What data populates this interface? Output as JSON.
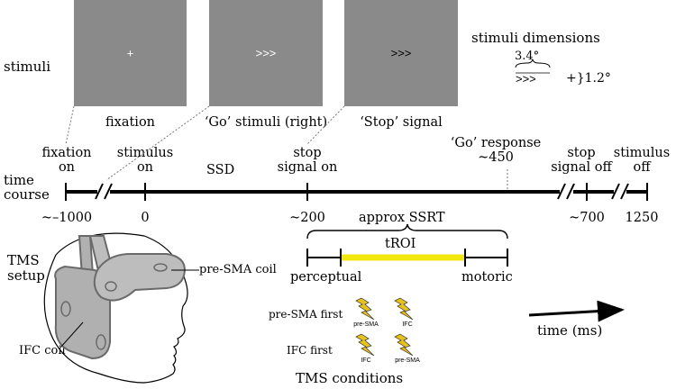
{
  "stimuli_row": {
    "label": "stimuli",
    "panels": [
      {
        "symbol": "+",
        "symbol_color": "#ffffff",
        "caption": "fixation"
      },
      {
        "symbol": ">>>",
        "symbol_color": "#ffffff",
        "caption": "‘Go’ stimuli (right)"
      },
      {
        "symbol": ">>>",
        "symbol_color": "#000000",
        "caption": "‘Stop’ signal"
      }
    ],
    "panel_color": "#8a8a8a"
  },
  "dimensions": {
    "title": "stimuli dimensions",
    "width": "3.4°",
    "arrows": ">>>",
    "height": "+}1.2°"
  },
  "time_course": {
    "axis_label_line1": "time",
    "axis_label_line2": "course",
    "events": {
      "fixation_on": [
        "fixation",
        "on"
      ],
      "stimulus_on": [
        "stimulus",
        "on"
      ],
      "stop_signal_on": [
        "stop",
        "signal on"
      ],
      "go_response": [
        "‘Go’ response",
        "~450"
      ],
      "stop_signal_off": [
        "stop",
        "signal off"
      ],
      "stimulus_off": [
        "stimulus",
        "off"
      ]
    },
    "ssd": "SSD",
    "ticks": [
      "~–1000",
      "0",
      "~200",
      "~700",
      "1250"
    ]
  },
  "ssrt": {
    "label": "approx SSRT",
    "troi": "tROI",
    "troi_color": "#f2e60f",
    "perceptual": "perceptual",
    "motoric": "motoric"
  },
  "tms_setup": {
    "label_line1": "TMS",
    "label_line2": "setup",
    "pre_sma_coil": "pre-SMA coil",
    "ifc_coil": "IFC coil"
  },
  "tms_conditions": {
    "title": "TMS conditions",
    "bolt_color": "#e6c21a",
    "rows": [
      {
        "label": "pre-SMA first",
        "first": "pre-SMA",
        "second": "IFC"
      },
      {
        "label": "IFC first",
        "first": "IFC",
        "second": "pre-SMA"
      }
    ]
  },
  "time_arrow": {
    "label": "time (ms)"
  }
}
